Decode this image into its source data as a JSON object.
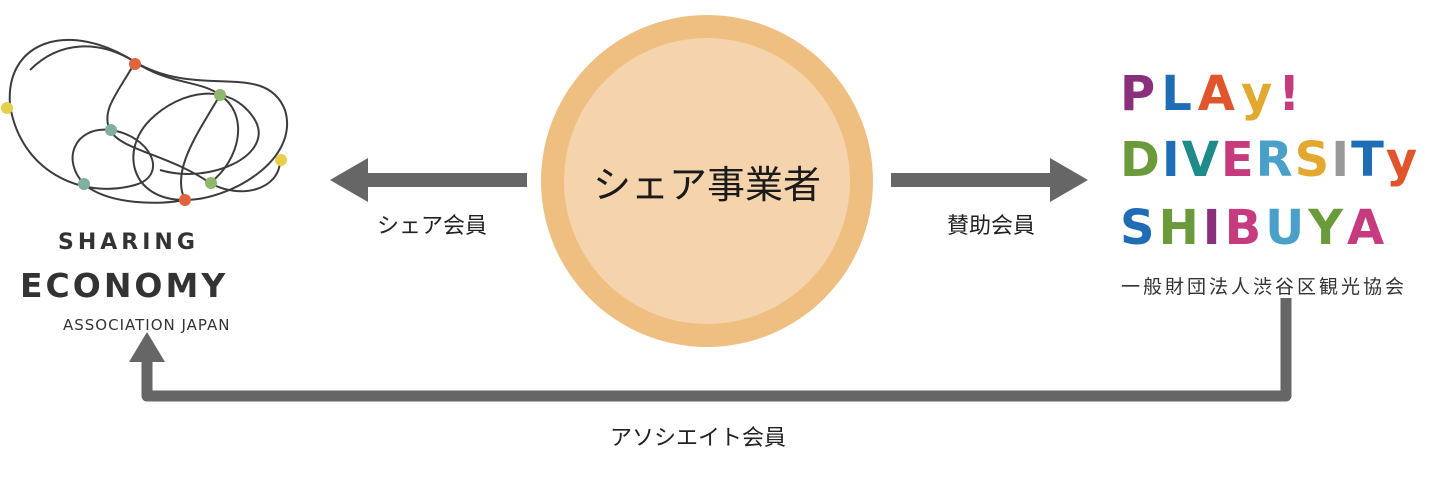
{
  "center": {
    "title": "シェア事業者"
  },
  "edges": {
    "to_seaj": "シェア会員",
    "to_pds": "賛助会員",
    "pds_to_seaj": "アソシエイト会員"
  },
  "seaj_logo": {
    "line1": "SHARING",
    "line2": "ECONOMY",
    "line3": "ASSOCIATION JAPAN"
  },
  "pds_logo": {
    "row1": [
      "P",
      "L",
      "A",
      "y",
      "!"
    ],
    "row2": [
      "D",
      "I",
      "V",
      "E",
      "R",
      "S",
      "I",
      "T",
      "y"
    ],
    "row3": [
      "S",
      "H",
      "I",
      "B",
      "U",
      "Y",
      "A"
    ],
    "org_name": "一般財団法人渋谷区観光協会"
  },
  "colors": {
    "circle_outer": "#efbf82",
    "circle_inner": "#f5d3ac",
    "arrow": "#666666",
    "pds_row1": [
      "#8a2f7c",
      "#1f6eb5",
      "#e0552b",
      "#e3a82f",
      "#c63a7e"
    ],
    "pds_row2": [
      "#6a9a3a",
      "#1f6eb5",
      "#1f8a8a",
      "#c63a7e",
      "#4aa0c8",
      "#e3a82f",
      "#999999",
      "#1f6eb5",
      "#e0552b"
    ],
    "pds_row3": [
      "#1f6eb5",
      "#6a9a3a",
      "#8a2f7c",
      "#c63a7e",
      "#4aa0c8",
      "#6a9a3a",
      "#c63a7e"
    ]
  }
}
